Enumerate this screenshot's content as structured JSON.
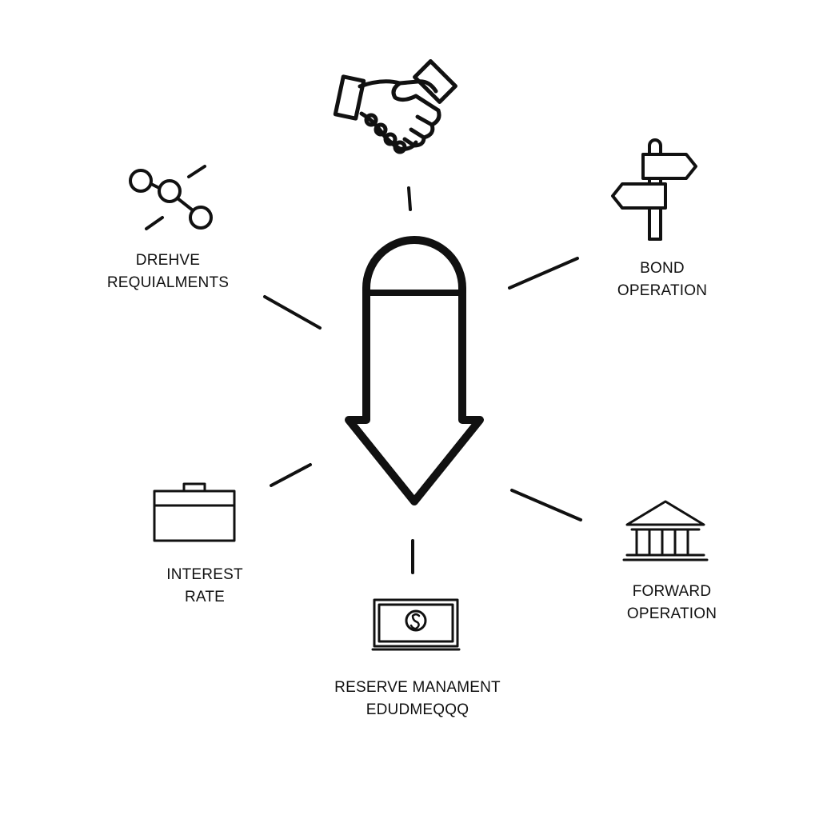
{
  "diagram": {
    "center": {
      "icon": "down-arrow-icon"
    },
    "nodes": [
      {
        "id": "top",
        "icon": "handshake-icon",
        "lines": []
      },
      {
        "id": "top-left",
        "icon": "connected-nodes-icon",
        "lines": [
          "DREHVE",
          "REQUIALMENTS"
        ]
      },
      {
        "id": "top-right",
        "icon": "signpost-icon",
        "lines": [
          "BOND",
          "OPERATION"
        ]
      },
      {
        "id": "bottom-left",
        "icon": "briefcase-icon",
        "lines": [
          "INTEREST",
          "RATE"
        ]
      },
      {
        "id": "bottom-right",
        "icon": "bank-building-icon",
        "lines": [
          "FORWARD",
          "OPERATION"
        ]
      },
      {
        "id": "bottom",
        "icon": "banknote-icon",
        "lines": [
          "RESERVE MANAMENT",
          "EDUDMEQQQ"
        ]
      }
    ],
    "colors": {
      "stroke": "#111111",
      "background": "#ffffff"
    }
  }
}
